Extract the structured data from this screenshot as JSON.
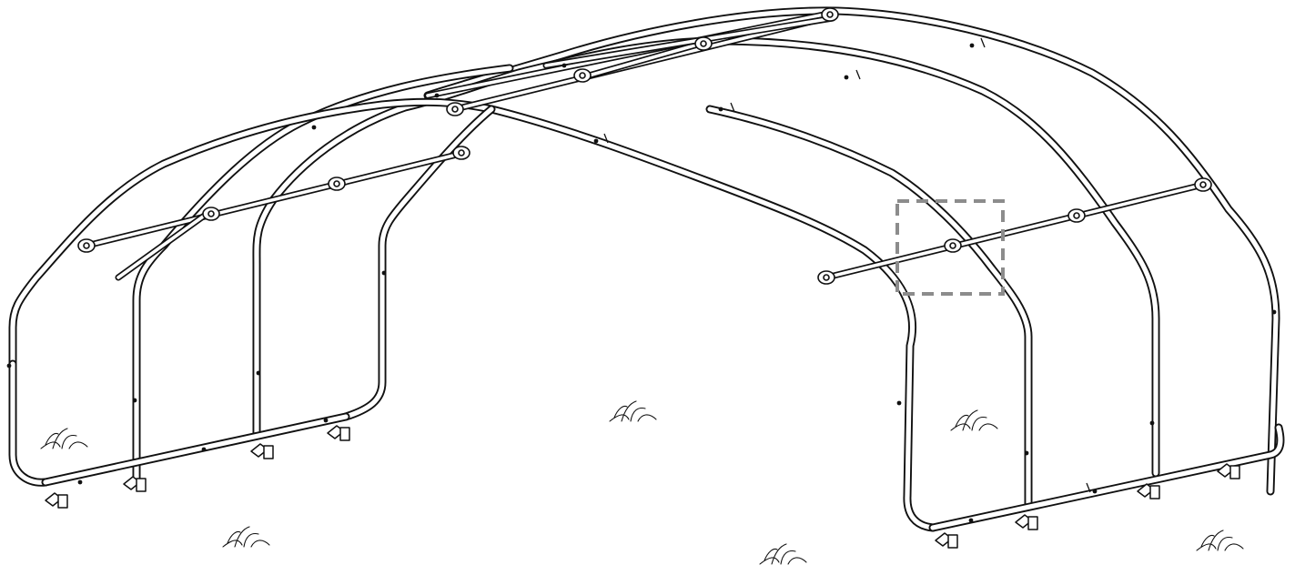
{
  "figure": {
    "subject": "arched-frame-shelter-assembly",
    "line_color": "#111111",
    "background": "#ffffff",
    "highlight_color": "#8c8c8c",
    "highlight_style": "dashed-square",
    "arch_count": 3,
    "purlin_count": 2
  }
}
